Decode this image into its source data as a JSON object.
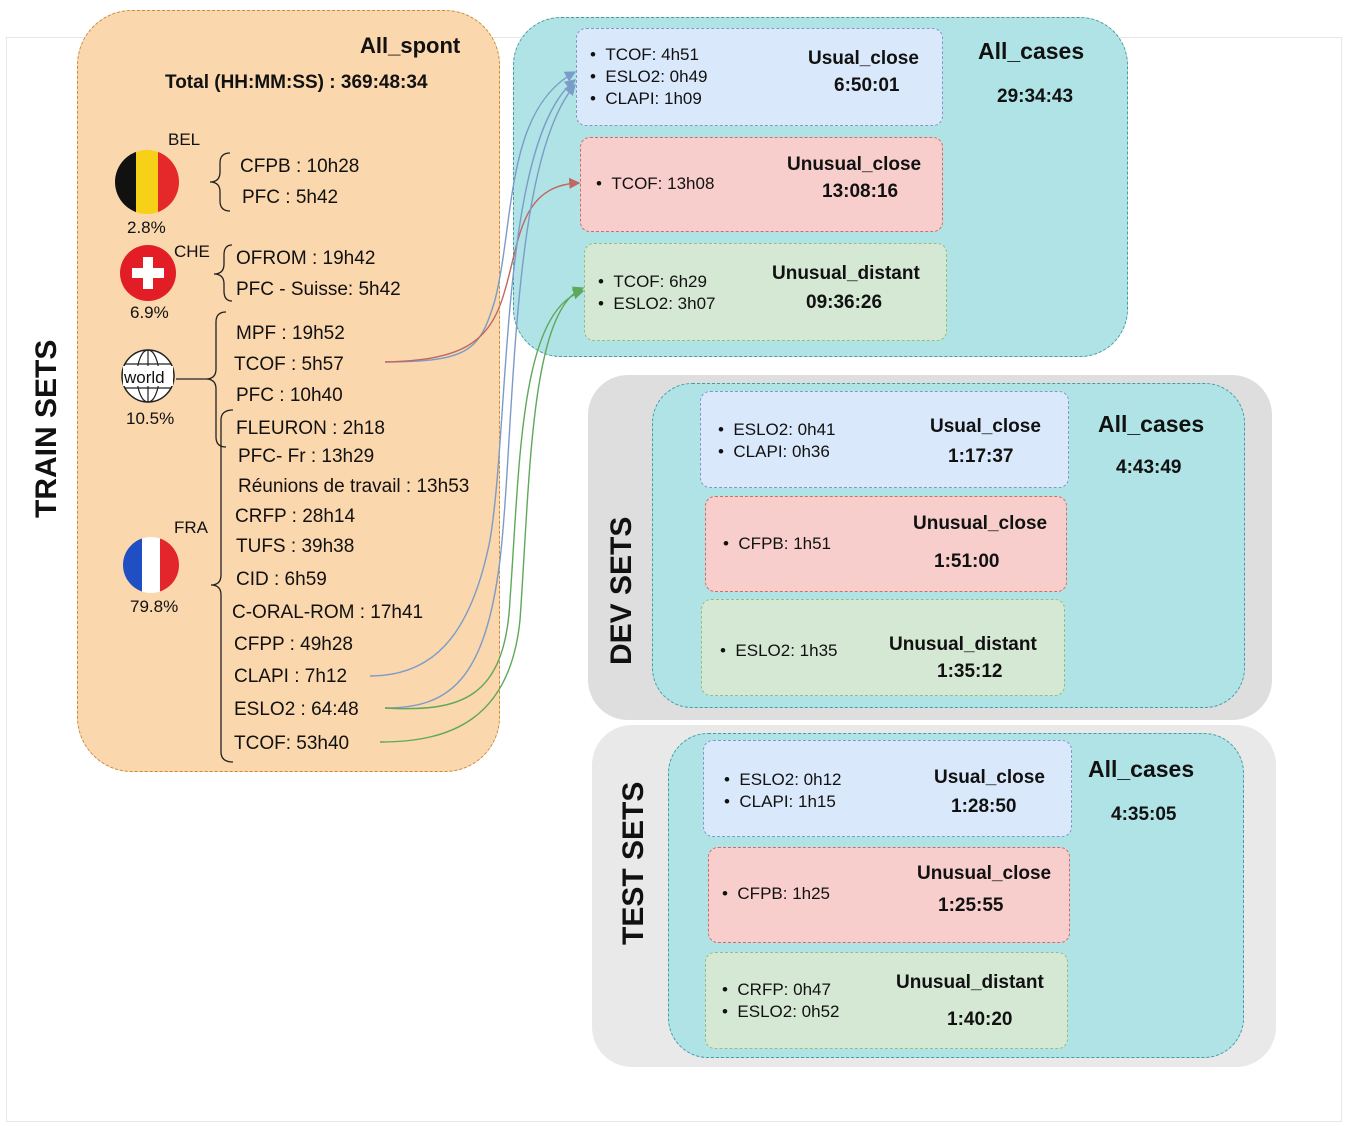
{
  "train": {
    "side_label": "TRAIN SETS",
    "title": "All_spont",
    "total": "Total (HH:MM:SS) : 369:48:34",
    "bel": {
      "code": "BEL",
      "pct": "2.8%",
      "items": [
        "CFPB : 10h28",
        "PFC : 5h42"
      ]
    },
    "che": {
      "code": "CHE",
      "pct": "6.9%",
      "items": [
        "OFROM : 19h42",
        "PFC - Suisse: 5h42"
      ]
    },
    "world": {
      "code": "world",
      "pct": "10.5%",
      "items": [
        "MPF : 19h52",
        "TCOF : 5h57",
        "PFC : 10h40"
      ]
    },
    "fra": {
      "code": "FRA",
      "pct": "79.8%",
      "items": [
        "FLEURON : 2h18",
        "PFC- Fr : 13h29",
        "Réunions de travail : 13h53",
        "CRFP : 28h14",
        "TUFS : 39h38",
        "CID : 6h59",
        "C-ORAL-ROM : 17h41",
        "CFPP : 49h28",
        "CLAPI : 7h12",
        "ESLO2 : 64:48",
        "TCOF: 53h40"
      ]
    },
    "cases": {
      "title": "All_cases",
      "total": "29:34:43",
      "usual_close": {
        "title": "Usual_close",
        "time": "6:50:01",
        "items": [
          "TCOF: 4h51",
          "ESLO2: 0h49",
          "CLAPI: 1h09"
        ]
      },
      "unusual_close": {
        "title": "Unusual_close",
        "time": "13:08:16",
        "items": [
          "TCOF: 13h08"
        ]
      },
      "unusual_distant": {
        "title": "Unusual_distant",
        "time": "09:36:26",
        "items": [
          "TCOF: 6h29",
          "ESLO2: 3h07"
        ]
      }
    }
  },
  "dev": {
    "side_label": "DEV SETS",
    "cases": {
      "title": "All_cases",
      "total": "4:43:49",
      "usual_close": {
        "title": "Usual_close",
        "time": "1:17:37",
        "items": [
          "ESLO2: 0h41",
          "CLAPI: 0h36"
        ]
      },
      "unusual_close": {
        "title": "Unusual_close",
        "time": "1:51:00",
        "items": [
          "CFPB: 1h51"
        ]
      },
      "unusual_distant": {
        "title": "Unusual_distant",
        "time": "1:35:12",
        "items": [
          "ESLO2: 1h35"
        ]
      }
    }
  },
  "test": {
    "side_label": "TEST SETS",
    "cases": {
      "title": "All_cases",
      "total": "4:35:05",
      "usual_close": {
        "title": "Usual_close",
        "time": "1:28:50",
        "items": [
          "ESLO2: 0h12",
          "CLAPI: 1h15"
        ]
      },
      "unusual_close": {
        "title": "Unusual_close",
        "time": "1:25:55",
        "items": [
          "CFPB: 1h25"
        ]
      },
      "unusual_distant": {
        "title": "Unusual_distant",
        "time": "1:40:20",
        "items": [
          "CRFP: 0h47",
          "ESLO2: 0h52"
        ]
      }
    }
  },
  "colors": {
    "usual": "#dae8fc",
    "unusual_close": "#f8cecc",
    "unusual_distant": "#d5e8d4",
    "all_cases": "#b0e3e6",
    "all_spont": "#fad7ac",
    "arrow_blue": "#7c9bc9",
    "arrow_red": "#c0675f",
    "arrow_green": "#5fa85a"
  },
  "icons": [
    "belgium-flag-icon",
    "switzerland-flag-icon",
    "globe-icon",
    "france-flag-icon"
  ]
}
